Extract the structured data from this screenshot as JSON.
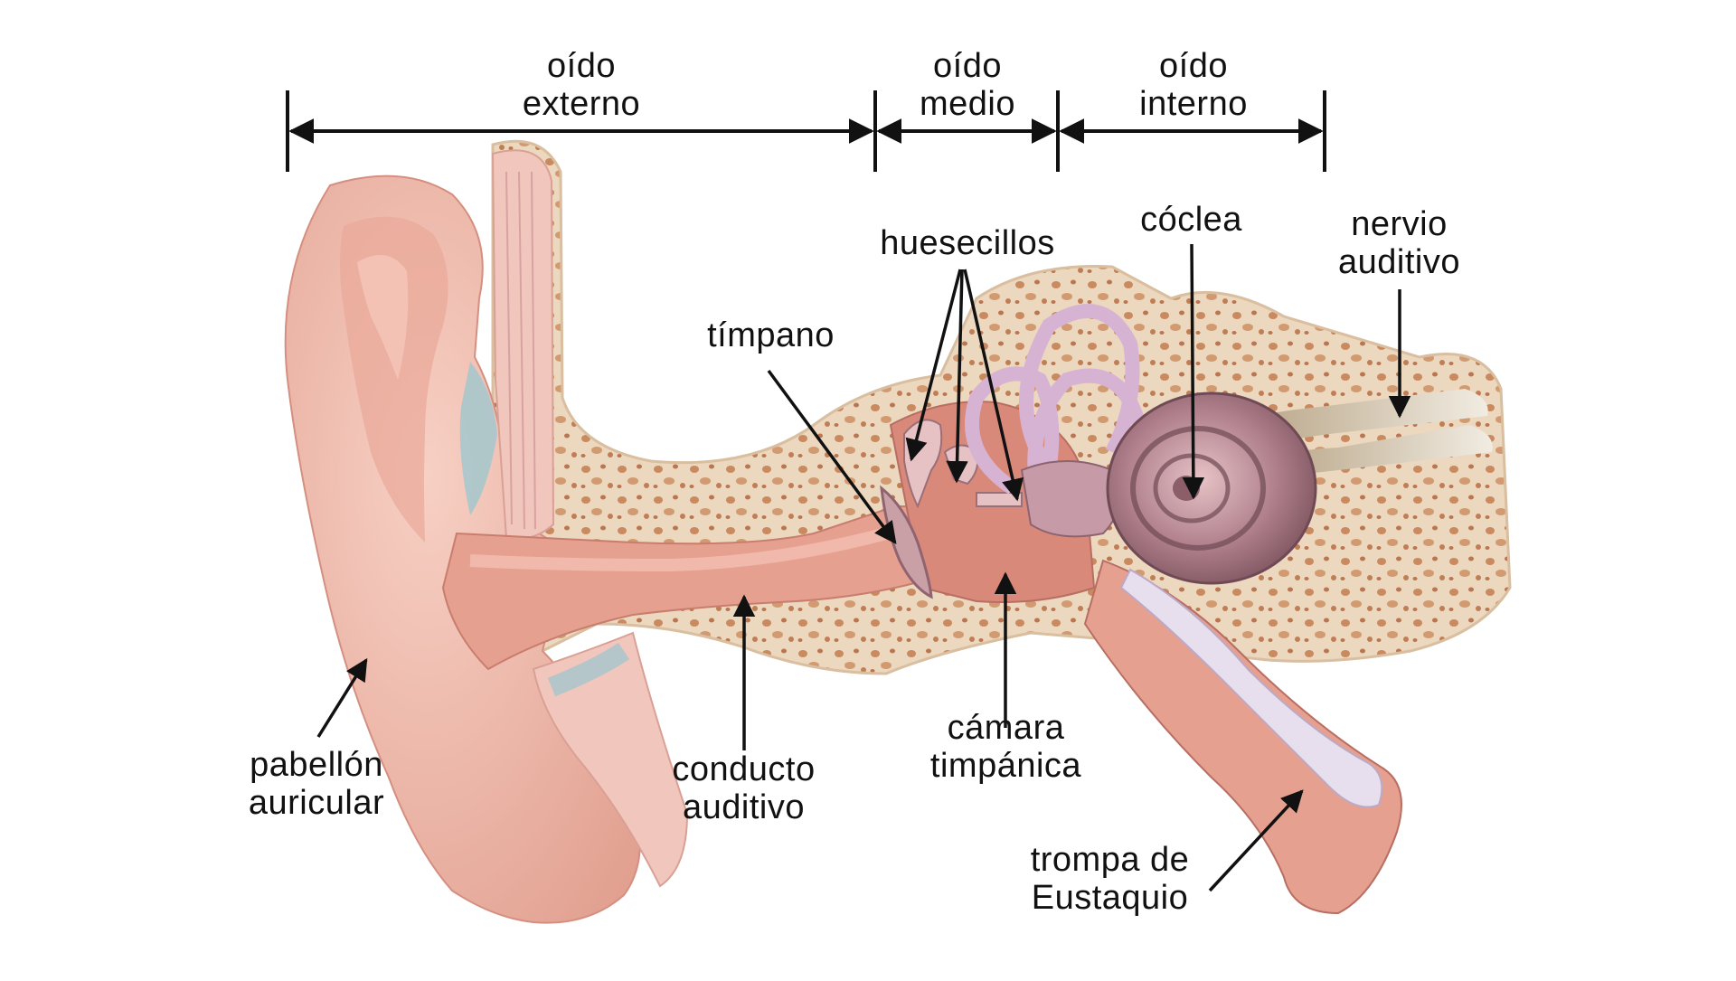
{
  "regions": {
    "outer": [
      "oído",
      "externo"
    ],
    "middle": [
      "oído",
      "medio"
    ],
    "inner": [
      "oído",
      "interno"
    ]
  },
  "labels": {
    "pinna": [
      "pabellón",
      "auricular"
    ],
    "ear_canal": [
      "conducto",
      "auditivo"
    ],
    "eardrum": [
      "tímpano"
    ],
    "ossicles": [
      "huesecillos"
    ],
    "cochlea": [
      "cóclea"
    ],
    "auditory_nerve": [
      "nervio",
      "auditivo"
    ],
    "tympanic_chamber": [
      "cámara",
      "timpánica"
    ],
    "eustachian_tube": [
      "trompa de",
      "Eustaquio"
    ]
  },
  "colors": {
    "skin": "#efb6a8",
    "skin_dark": "#d99383",
    "bone": "#ecd7bf",
    "bone_spots": "#c7875e",
    "canal": "#e6a394",
    "cochlea": "#b48a96",
    "canals": "#d8b5d4",
    "nerve": "#b39a6e",
    "cartilage": "#a9c6cc",
    "arrow": "#111111"
  }
}
